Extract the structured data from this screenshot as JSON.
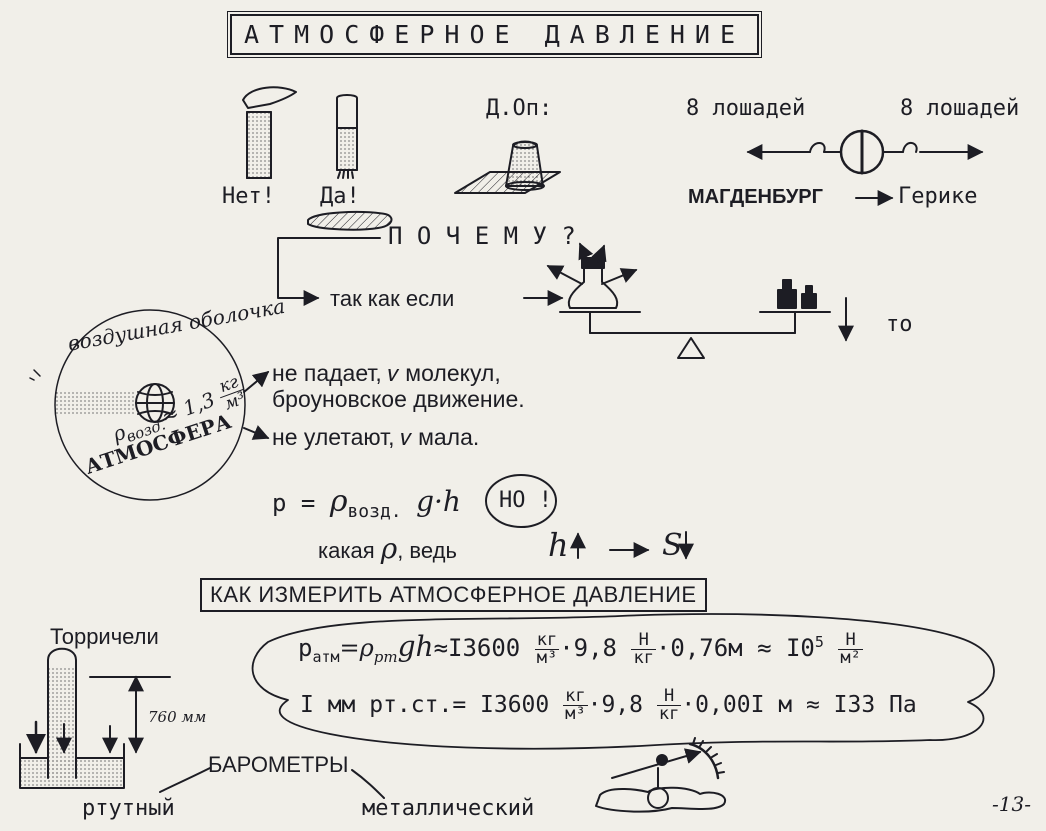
{
  "title": "АТМОСФЕРНОЕ ДАВЛЕНИЕ",
  "tubes": {
    "no": "Нет!",
    "yes": "Да!"
  },
  "demo_label": "Д.Оп:",
  "magdeburg": {
    "horses_left": "8 лошадей",
    "horses_right": "8 лошадей",
    "city": "МАГДЕНБУРГ",
    "scientist": "Герике"
  },
  "why": "П О Ч Е М У ?",
  "because_if": "так как если",
  "then": "то",
  "envelope": {
    "ring_text": "воздушная оболочка",
    "atmosphere": "АТМОСФЕРА",
    "density_symbol": "ρ",
    "density_sub": "возд.",
    "density_value": "≈ 1,3",
    "density_num": "кг",
    "density_den": "м³"
  },
  "notes": {
    "line1": "не падает, 𝑣 молекул,",
    "line2": "броуновское движение.",
    "line3": "не улетают, 𝑣 мала."
  },
  "formula": {
    "p": "p =",
    "rho": "ρ",
    "sub": "возд.",
    "gh": "g·h",
    "but": "НО !"
  },
  "which": {
    "text": "какая",
    "rho": "ρ",
    "after": ", ведь",
    "h": "h",
    "s": "S"
  },
  "section_title": "КАК ИЗМЕРИТЬ АТМОСФЕРНОЕ ДАВЛЕНИЕ",
  "torricelli": {
    "name": "Торричели",
    "height": "760 мм"
  },
  "eq1": {
    "lhs": "p",
    "lhs_sub": "атм",
    "eq_rho": "=ρ",
    "eq_rho_sub": "рт",
    "gh": "gh",
    "approx_num": "≈I3600",
    "f1_num": "кг",
    "f1_den": "м³",
    "mid": "·9,8",
    "f2_num": "Н",
    "f2_den": "кг",
    "tail": "·0,76м ≈ I0",
    "pow": "5",
    "f3_num": "Н",
    "f3_den": "м²"
  },
  "eq2": {
    "lhs": "I мм рт.ст.= I3600",
    "f1_num": "кг",
    "f1_den": "м³",
    "mid": "·9,8",
    "f2_num": "Н",
    "f2_den": "кг",
    "tail": "·0,00I м ≈ I33 Па"
  },
  "barometers": {
    "title": "БАРОМЕТРЫ",
    "mercury": "ртутный",
    "metal": "металлический"
  },
  "page_number": "-13-",
  "colors": {
    "ink": "#1d1d24",
    "paper": "#f1efe9"
  }
}
